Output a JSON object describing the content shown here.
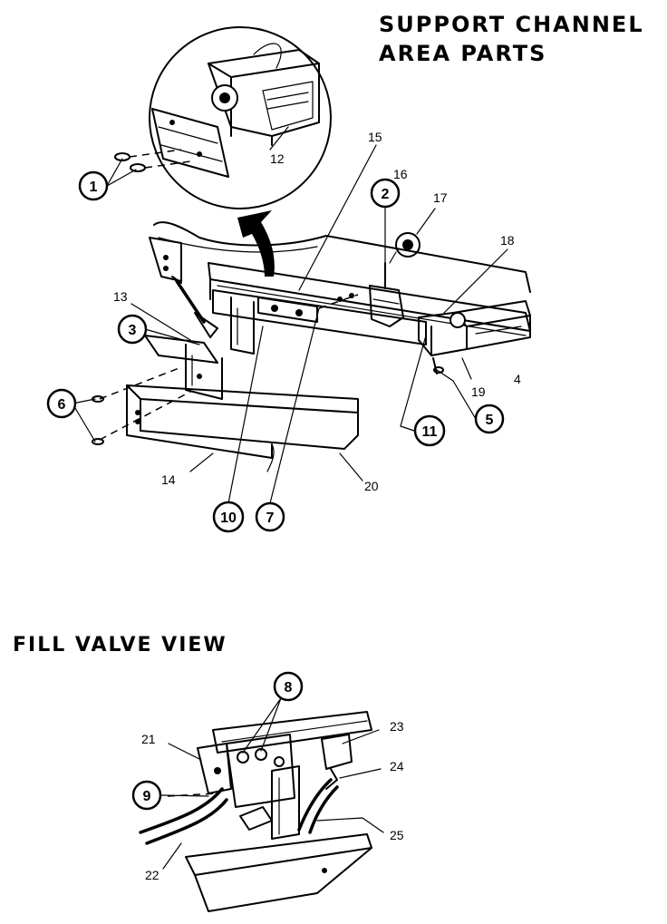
{
  "headings": {
    "support_line1": "SUPPORT CHANNEL",
    "support_line2": "AREA PARTS",
    "fill_valve": "FILL VALVE VIEW"
  },
  "callouts": {
    "c1": "1",
    "c2": "2",
    "c3": "3",
    "c5": "5",
    "c6": "6",
    "c7": "7",
    "c8": "8",
    "c9": "9",
    "c10": "10",
    "c11": "11"
  },
  "refs": {
    "r4": "4",
    "r12": "12",
    "r13": "13",
    "r14": "14",
    "r15": "15",
    "r16": "16",
    "r17": "17",
    "r18": "18",
    "r19": "19",
    "r20": "20",
    "r21": "21",
    "r22": "22",
    "r23": "23",
    "r24": "24",
    "r25": "25"
  },
  "colors": {
    "ink": "#000000",
    "paper": "#ffffff"
  }
}
